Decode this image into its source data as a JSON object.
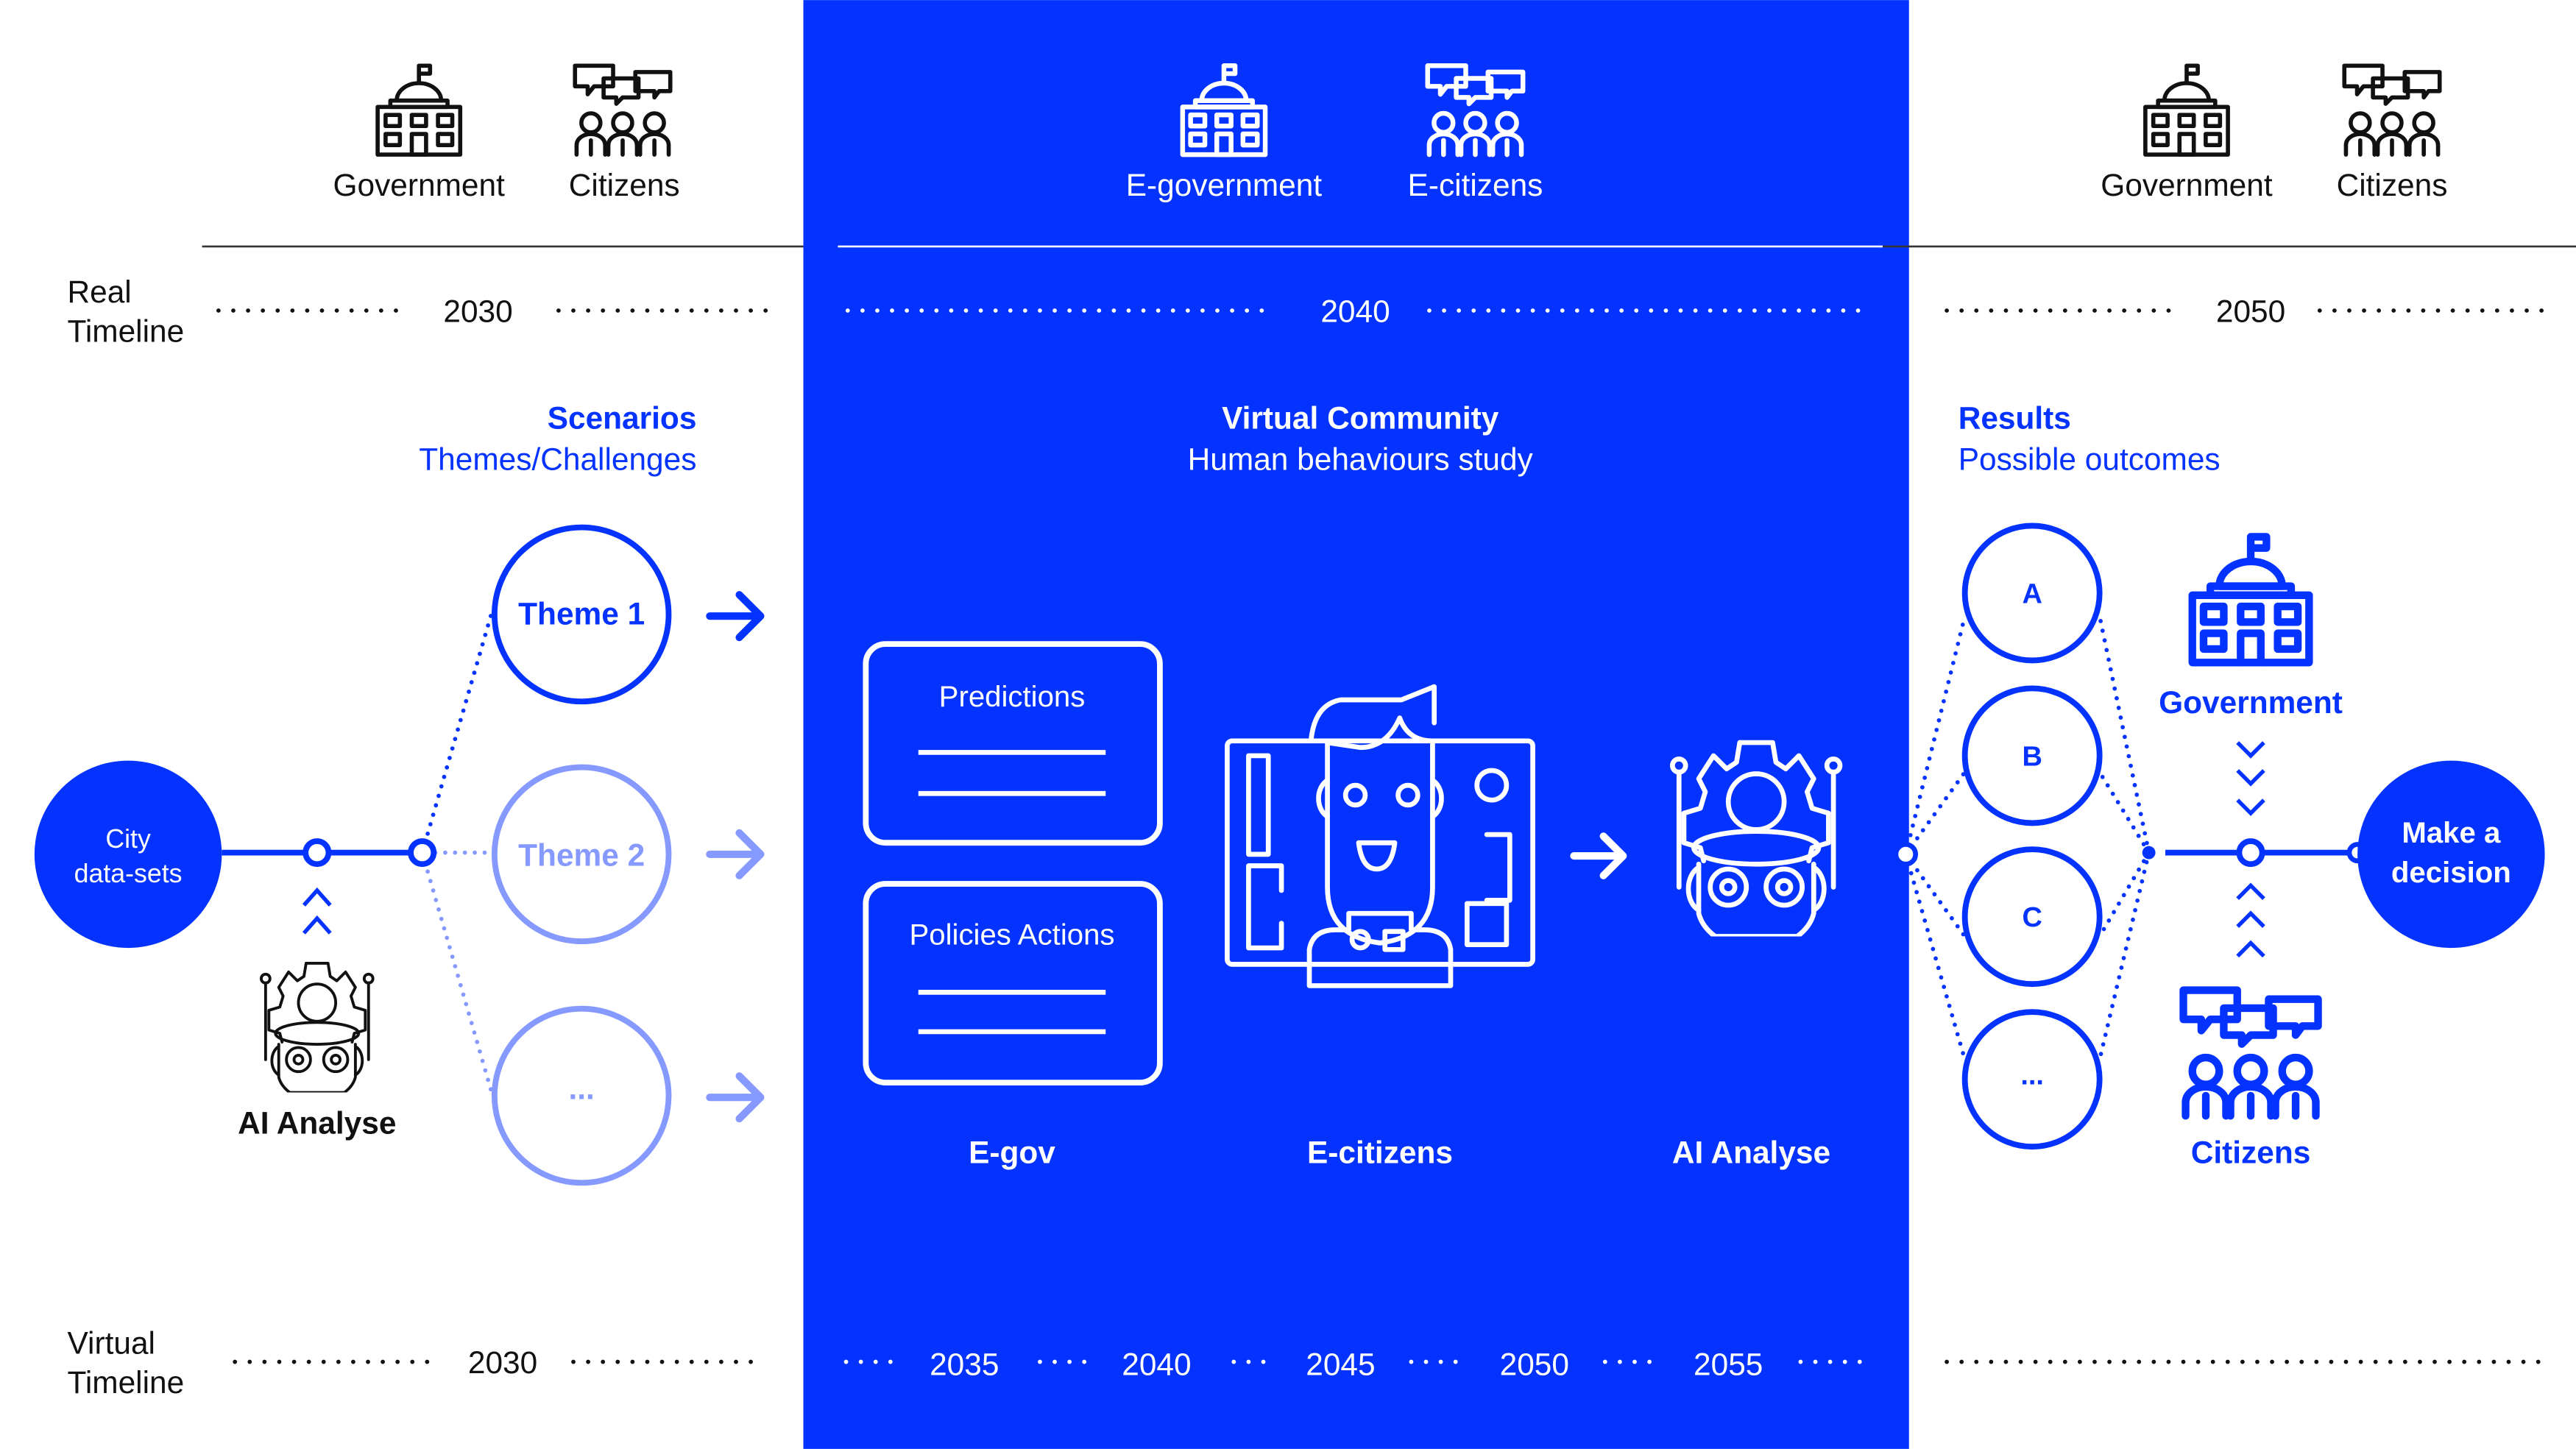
{
  "colors": {
    "accent": "#0433FF",
    "accent_light": "#8599FF",
    "text": "#111111",
    "panel_text": "#FFFFFF"
  },
  "header": {
    "left": {
      "government": "Government",
      "citizens": "Citizens"
    },
    "center": {
      "government": "E-government",
      "citizens": "E-citizens"
    },
    "right": {
      "government": "Government",
      "citizens": "Citizens"
    }
  },
  "real_timeline": {
    "label_line1": "Real",
    "label_line2": "Timeline",
    "years": [
      "2030",
      "2040",
      "2050"
    ]
  },
  "virtual_timeline": {
    "label_line1": "Virtual",
    "label_line2": "Timeline",
    "left_year": "2030",
    "center_years": [
      "2035",
      "2040",
      "2045",
      "2050",
      "2055"
    ]
  },
  "scenarios": {
    "title": "Scenarios",
    "subtitle": "Themes/Challenges",
    "themes": [
      "Theme 1",
      "Theme 2",
      "..."
    ],
    "source": "City data-sets",
    "analyser": "AI Analyse"
  },
  "virtual_community": {
    "title": "Virtual Community",
    "subtitle": "Human behaviours study",
    "boxes": [
      "Predictions",
      "Policies Actions"
    ],
    "labels": [
      "E-gov",
      "E-citizens",
      "AI Analyse"
    ]
  },
  "results": {
    "title": "Results",
    "subtitle": "Possible outcomes",
    "outcomes": [
      "A",
      "B",
      "C",
      "..."
    ],
    "government": "Government",
    "citizens": "Citizens",
    "decision_line1": "Make a",
    "decision_line2": "decision"
  }
}
